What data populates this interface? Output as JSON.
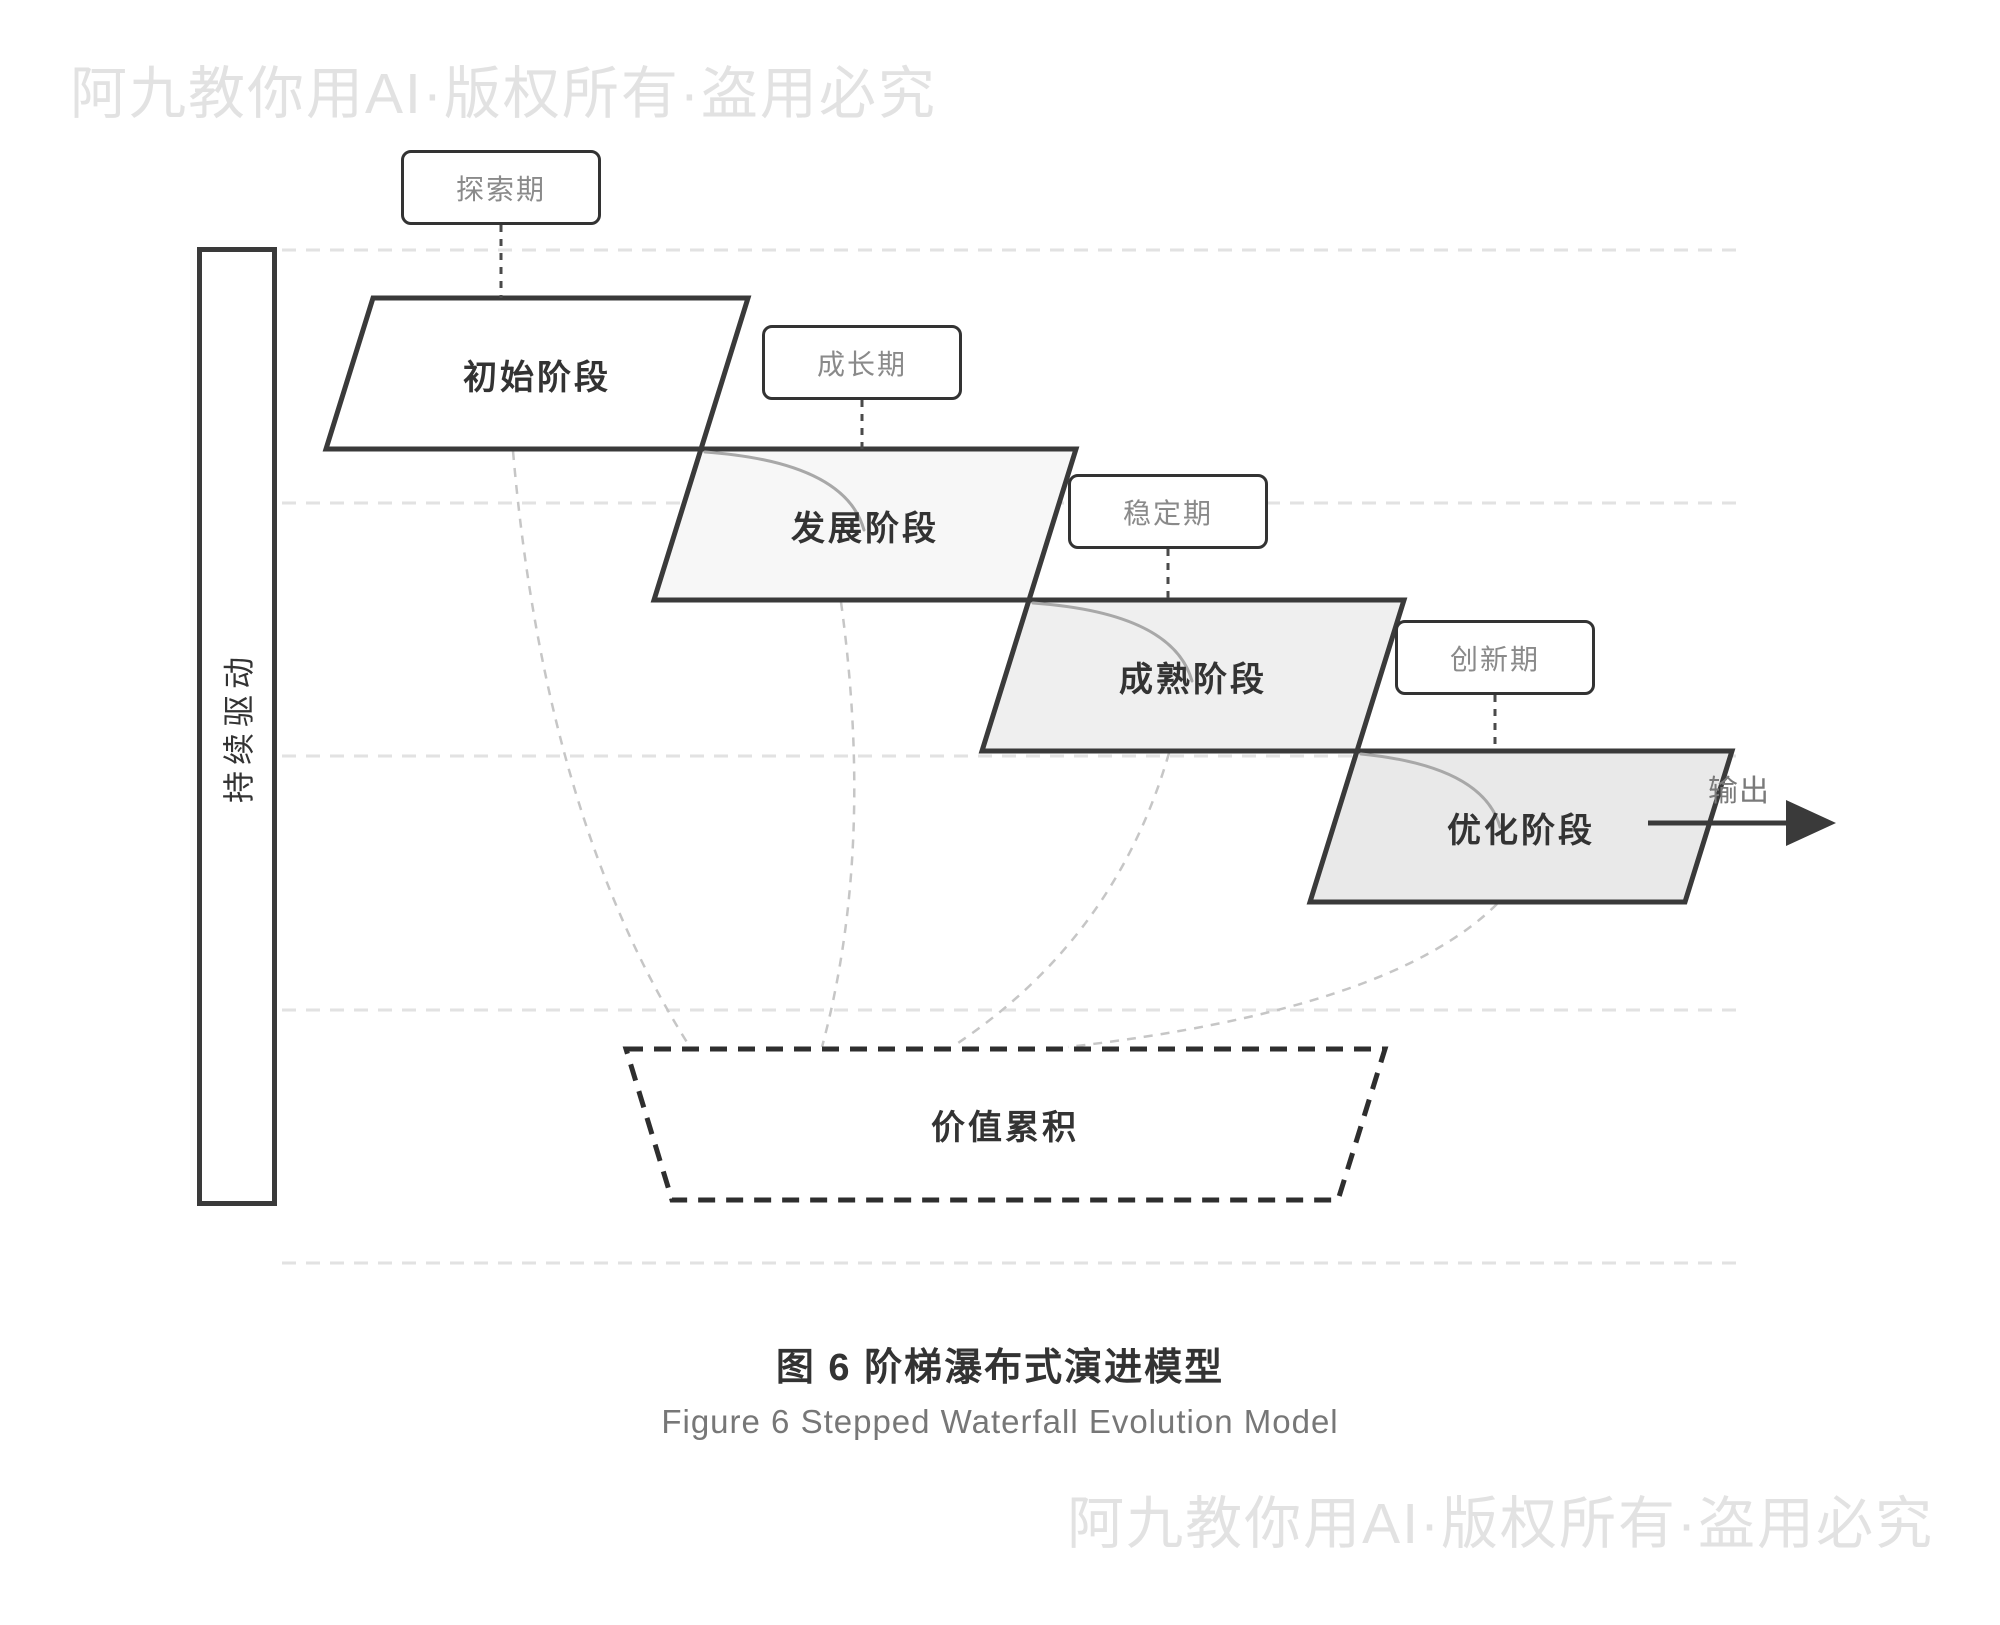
{
  "watermark": {
    "text": "阿九教你用AI·版权所有·盗用必究"
  },
  "driver_bar": {
    "label": "持续驱动"
  },
  "stages": [
    {
      "label": "初始阶段",
      "phase": "探索期",
      "fill": "#ffffff"
    },
    {
      "label": "发展阶段",
      "phase": "成长期",
      "fill": "#f7f7f7"
    },
    {
      "label": "成熟阶段",
      "phase": "稳定期",
      "fill": "#efefef"
    },
    {
      "label": "优化阶段",
      "phase": "创新期",
      "fill": "#e9e9e9"
    }
  ],
  "accumulator": {
    "label": "价值累积"
  },
  "output": {
    "label": "输出"
  },
  "caption": {
    "zh": "图 6 阶梯瀑布式演进模型",
    "en": "Figure 6 Stepped Waterfall Evolution Model"
  },
  "colors": {
    "shape_stroke": "#3a3a3a",
    "text_dark": "#333333",
    "text_gray": "#8a8a8a",
    "guide_line": "#e2e2e2",
    "connector_dashed": "#c6c6c6",
    "swoosh": "#a8a8a8",
    "watermark": "#e2e2e2"
  }
}
